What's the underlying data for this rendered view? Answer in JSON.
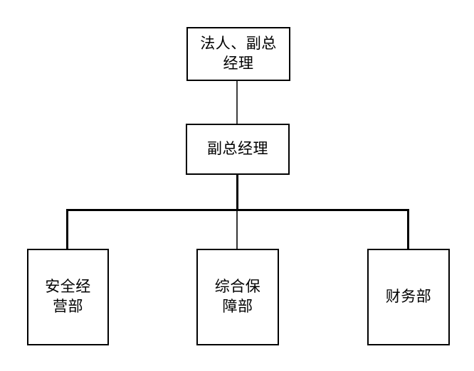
{
  "page": {
    "background_color": "#ffffff",
    "text_color": "#000000",
    "line_color": "#000000"
  },
  "org_chart": {
    "type": "org-chart",
    "nodes": [
      {
        "id": "root",
        "label": "法人、副总\n经理"
      },
      {
        "id": "deputy",
        "label": "副总经理"
      },
      {
        "id": "dept-safety",
        "label": "安全经\n营部"
      },
      {
        "id": "dept-support",
        "label": "综合保\n障部"
      },
      {
        "id": "dept-finance",
        "label": "财务部"
      }
    ],
    "edges": [
      {
        "from": "root",
        "to": "deputy"
      },
      {
        "from": "deputy",
        "to": "dept-safety"
      },
      {
        "from": "deputy",
        "to": "dept-support"
      },
      {
        "from": "deputy",
        "to": "dept-finance"
      }
    ]
  }
}
